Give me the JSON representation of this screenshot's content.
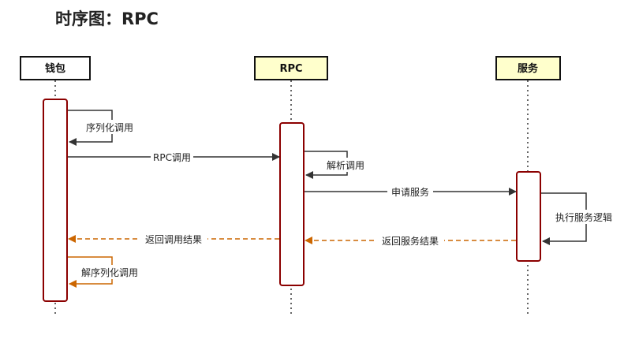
{
  "diagram": {
    "title": "时序图：RPC",
    "colors": {
      "header_plain_fill": "#ffffff",
      "header_highlight_fill": "#ffffcc",
      "activation_stroke": "#8b0000",
      "sync_arrow": "#333333",
      "return_arrow": "#cc6600"
    },
    "participants": [
      {
        "id": "wallet",
        "label": "钱包"
      },
      {
        "id": "rpc",
        "label": "RPC"
      },
      {
        "id": "service",
        "label": "服务"
      }
    ],
    "messages": [
      {
        "id": "serialize",
        "kind": "self",
        "from": "wallet",
        "label": "序列化调用"
      },
      {
        "id": "rpc-call",
        "kind": "sync",
        "from": "wallet",
        "to": "rpc",
        "label": "RPC调用"
      },
      {
        "id": "parse",
        "kind": "self",
        "from": "rpc",
        "label": "解析调用"
      },
      {
        "id": "request",
        "kind": "sync",
        "from": "rpc",
        "to": "service",
        "label": "申请服务"
      },
      {
        "id": "execute",
        "kind": "self",
        "from": "service",
        "label": "执行服务逻辑"
      },
      {
        "id": "return-service",
        "kind": "return",
        "from": "service",
        "to": "rpc",
        "label": "返回服务结果"
      },
      {
        "id": "return-call",
        "kind": "return",
        "from": "rpc",
        "to": "wallet",
        "label": "返回调用结果"
      },
      {
        "id": "deserialize",
        "kind": "self",
        "from": "wallet",
        "label": "解序列化调用"
      }
    ]
  }
}
